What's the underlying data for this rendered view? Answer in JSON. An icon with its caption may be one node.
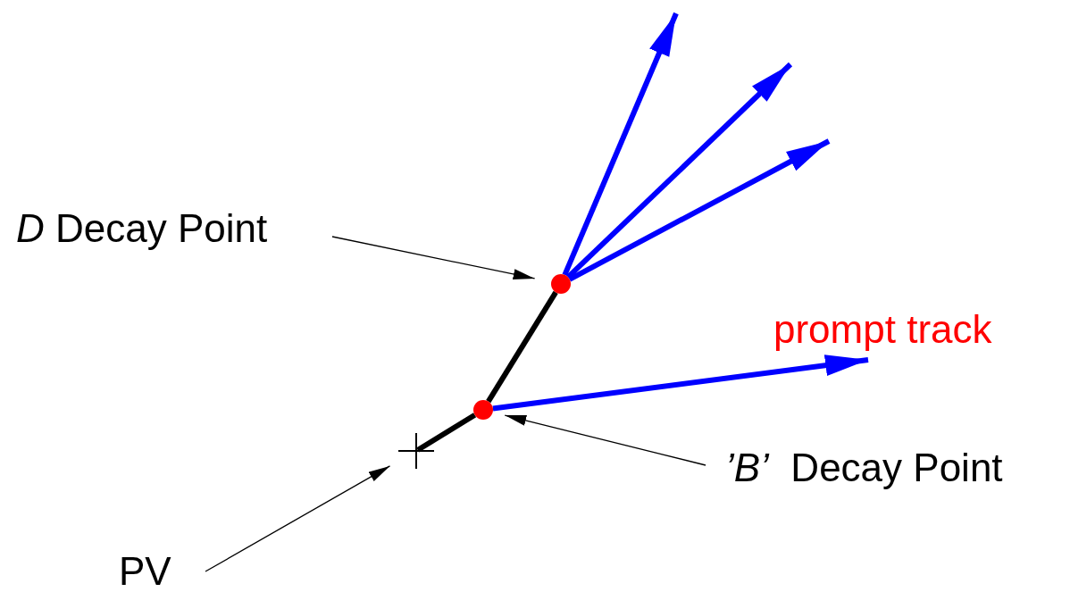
{
  "diagram": {
    "nodes": [
      {
        "text": [
          "*D* Decay Point"
        ]
      },
      {
        "text": [
          "*’B’*  Decay Point"
        ]
      },
      {
        "text": [
          "PV"
        ]
      },
      {
        "text": [],
        "shape": "circle"
      },
      {
        "text": [],
        "shape": "circle"
      },
      {
        "text": [],
        "shape": "cross"
      }
    ],
    "edges": [
      {
        "from": 0,
        "to": 3,
        "arrow": "to"
      },
      {
        "from": 1,
        "to": 4,
        "arrow": "to"
      },
      {
        "from": 2,
        "to": 5,
        "arrow": "to"
      },
      {
        "from": 5,
        "to": 4,
        "arrow": "none"
      },
      {
        "from": 4,
        "to": 3,
        "arrow": "none"
      },
      {
        "from": 3,
        "to": null,
        "arrow": "to",
        "color": "#0000ff"
      },
      {
        "from": 3,
        "to": null,
        "arrow": "to",
        "color": "#0000ff"
      },
      {
        "from": 3,
        "to": null,
        "arrow": "to",
        "color": "#0000ff"
      },
      {
        "from": 4,
        "to": null,
        "arrow": "to",
        "color": "#0000ff",
        "label": "prompt track"
      }
    ]
  }
}
